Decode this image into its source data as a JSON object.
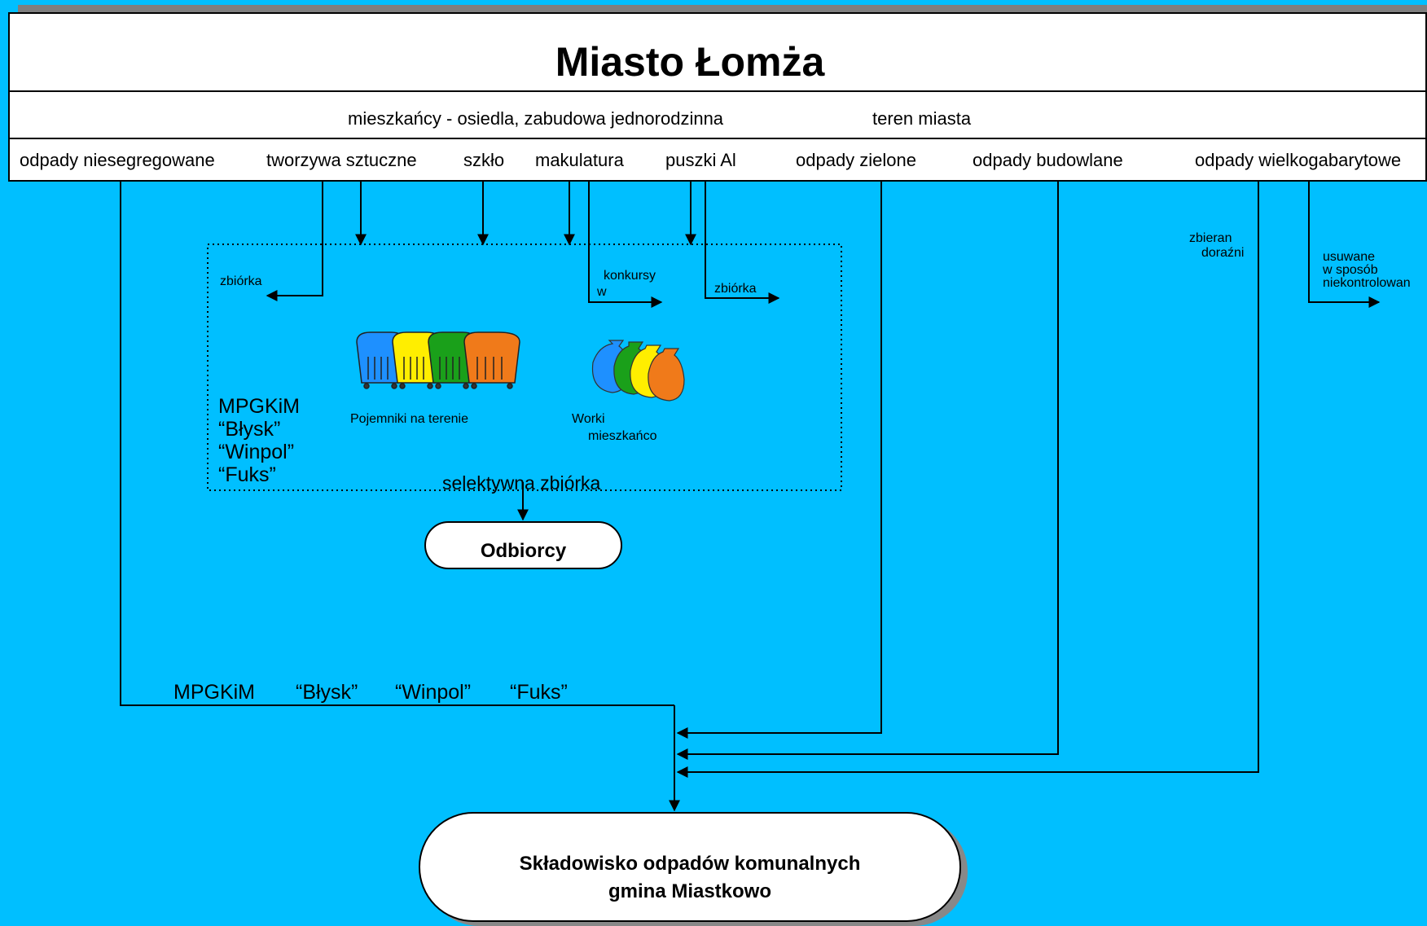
{
  "title": "Miasto Łomża",
  "sources": {
    "residents": "mieszkańcy - osiedla, zabudowa jednorodzinna",
    "city_area": "teren miasta"
  },
  "waste_types": [
    "odpady niesegregowane",
    "tworzywa sztuczne",
    "szkło",
    "makulatura",
    "puszki Al",
    "odpady zielone",
    "odpady budowlane",
    "odpady wielkogabarytowe"
  ],
  "labels": {
    "zbiorka_left": "zbiórka",
    "konkursy": "konkursy",
    "konkursy_w": "w",
    "zbiorka_right": "zbiórka",
    "zbierane": "zbieran",
    "dorazni": "doraźni",
    "usuwane_1": "usuwane",
    "usuwane_2": "w sposób",
    "usuwane_3": "niekontrolowan",
    "collectors_box": [
      "MPGKiM",
      "“Błysk”",
      "“Winpol”",
      "“Fuks”"
    ],
    "containers_caption": "Pojemniki na terenie",
    "bags_caption_1": "Worki",
    "bags_caption_2": "mieszkańco",
    "selective": "selektywna zbiórka",
    "collectors_line": [
      "MPGKiM",
      "“Błysk”",
      "“Winpol”",
      "“Fuks”"
    ]
  },
  "nodes": {
    "receivers": "Odbiorcy",
    "landfill_1": "Składowisko odpadów komunalnych",
    "landfill_2": "gmina Miastkowo"
  },
  "icons": {
    "containers": "waste-containers-icon",
    "bags": "waste-bags-icon"
  },
  "colors": {
    "background": "#00BFFF",
    "container_blue": "#1E90FF",
    "container_yellow": "#FFEE00",
    "container_green": "#1AA01A",
    "container_orange": "#F07A1A"
  }
}
